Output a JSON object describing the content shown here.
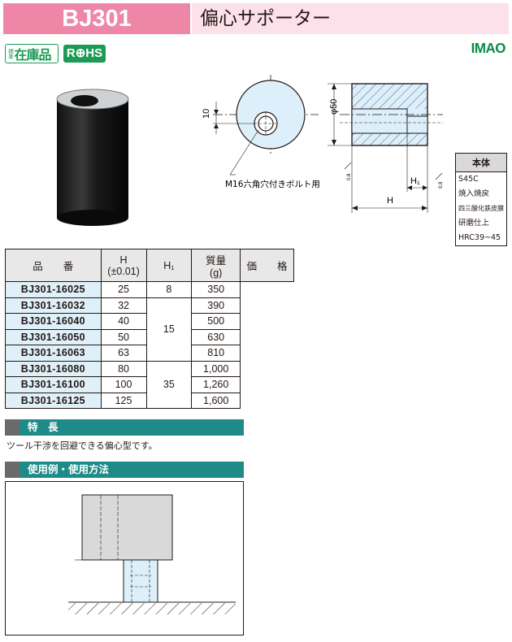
{
  "header": {
    "code": "BJ301",
    "name": "偏心サポーター"
  },
  "badges": {
    "std_small": "標準",
    "std_big": "在庫品",
    "rohs": "R⊕HS"
  },
  "logo": "IMAO",
  "drawing": {
    "dim_10": "10",
    "dim_phi50": "φ50",
    "bolt_note": "M16六角穴付きボルト用",
    "dim_H1": "H₁",
    "dim_H": "H"
  },
  "material": {
    "header": "本体",
    "lines": [
      "S45C",
      "焼入焼戻",
      "四三酸化鉄皮膜",
      "研磨仕上",
      "HRC39~45"
    ]
  },
  "table": {
    "headers": {
      "part_no": "品　　番",
      "H_line1": "H",
      "H_line2": "(±0.01)",
      "H1": "H₁",
      "mass_line1": "質量",
      "mass_line2": "(g)",
      "price": "価　　格"
    },
    "rows": [
      {
        "part_no": "BJ301-16025",
        "H": "25",
        "mass": "350"
      },
      {
        "part_no": "BJ301-16032",
        "H": "32",
        "mass": "390"
      },
      {
        "part_no": "BJ301-16040",
        "H": "40",
        "mass": "500"
      },
      {
        "part_no": "BJ301-16050",
        "H": "50",
        "mass": "630"
      },
      {
        "part_no": "BJ301-16063",
        "H": "63",
        "mass": "810"
      },
      {
        "part_no": "BJ301-16080",
        "H": "80",
        "mass": "1,000"
      },
      {
        "part_no": "BJ301-16100",
        "H": "100",
        "mass": "1,260"
      },
      {
        "part_no": "BJ301-16125",
        "H": "125",
        "mass": "1,600"
      }
    ],
    "h1_groups": [
      {
        "value": "8",
        "rowspan": 1
      },
      {
        "value": "15",
        "rowspan": 4
      },
      {
        "value": "35",
        "rowspan": 3
      }
    ]
  },
  "features": {
    "title": "特　長",
    "text": "ツール干渉を回避できる偏心型です。"
  },
  "usage": {
    "title": "使用例・使用方法"
  }
}
